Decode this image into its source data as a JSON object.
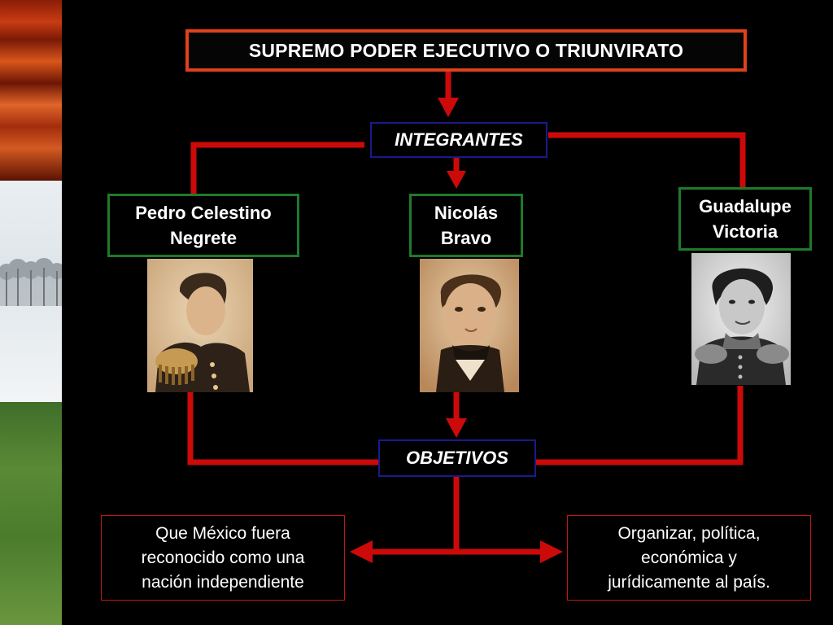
{
  "title": "SUPREMO PODER EJECUTIVO O TRIUNVIRATO",
  "integrantes": "INTEGRANTES",
  "objetivos": "OBJETIVOS",
  "members": [
    {
      "line1": "Pedro Celestino",
      "line2": "Negrete"
    },
    {
      "line1": "Nicolás",
      "line2": "Bravo"
    },
    {
      "line1": "Guadalupe",
      "line2": "Victoria"
    }
  ],
  "goals": [
    {
      "line1": "Que México fuera",
      "line2": "reconocido como una",
      "line3": "nación independiente"
    },
    {
      "line1": "Organizar, política,",
      "line2": "económica y",
      "line3": "jurídicamente al país."
    }
  ],
  "colors": {
    "connector": "#cc0a0a",
    "title_border": "#e0401c",
    "member_border": "#1f7a2a",
    "nav_border": "#1a1a8c"
  }
}
